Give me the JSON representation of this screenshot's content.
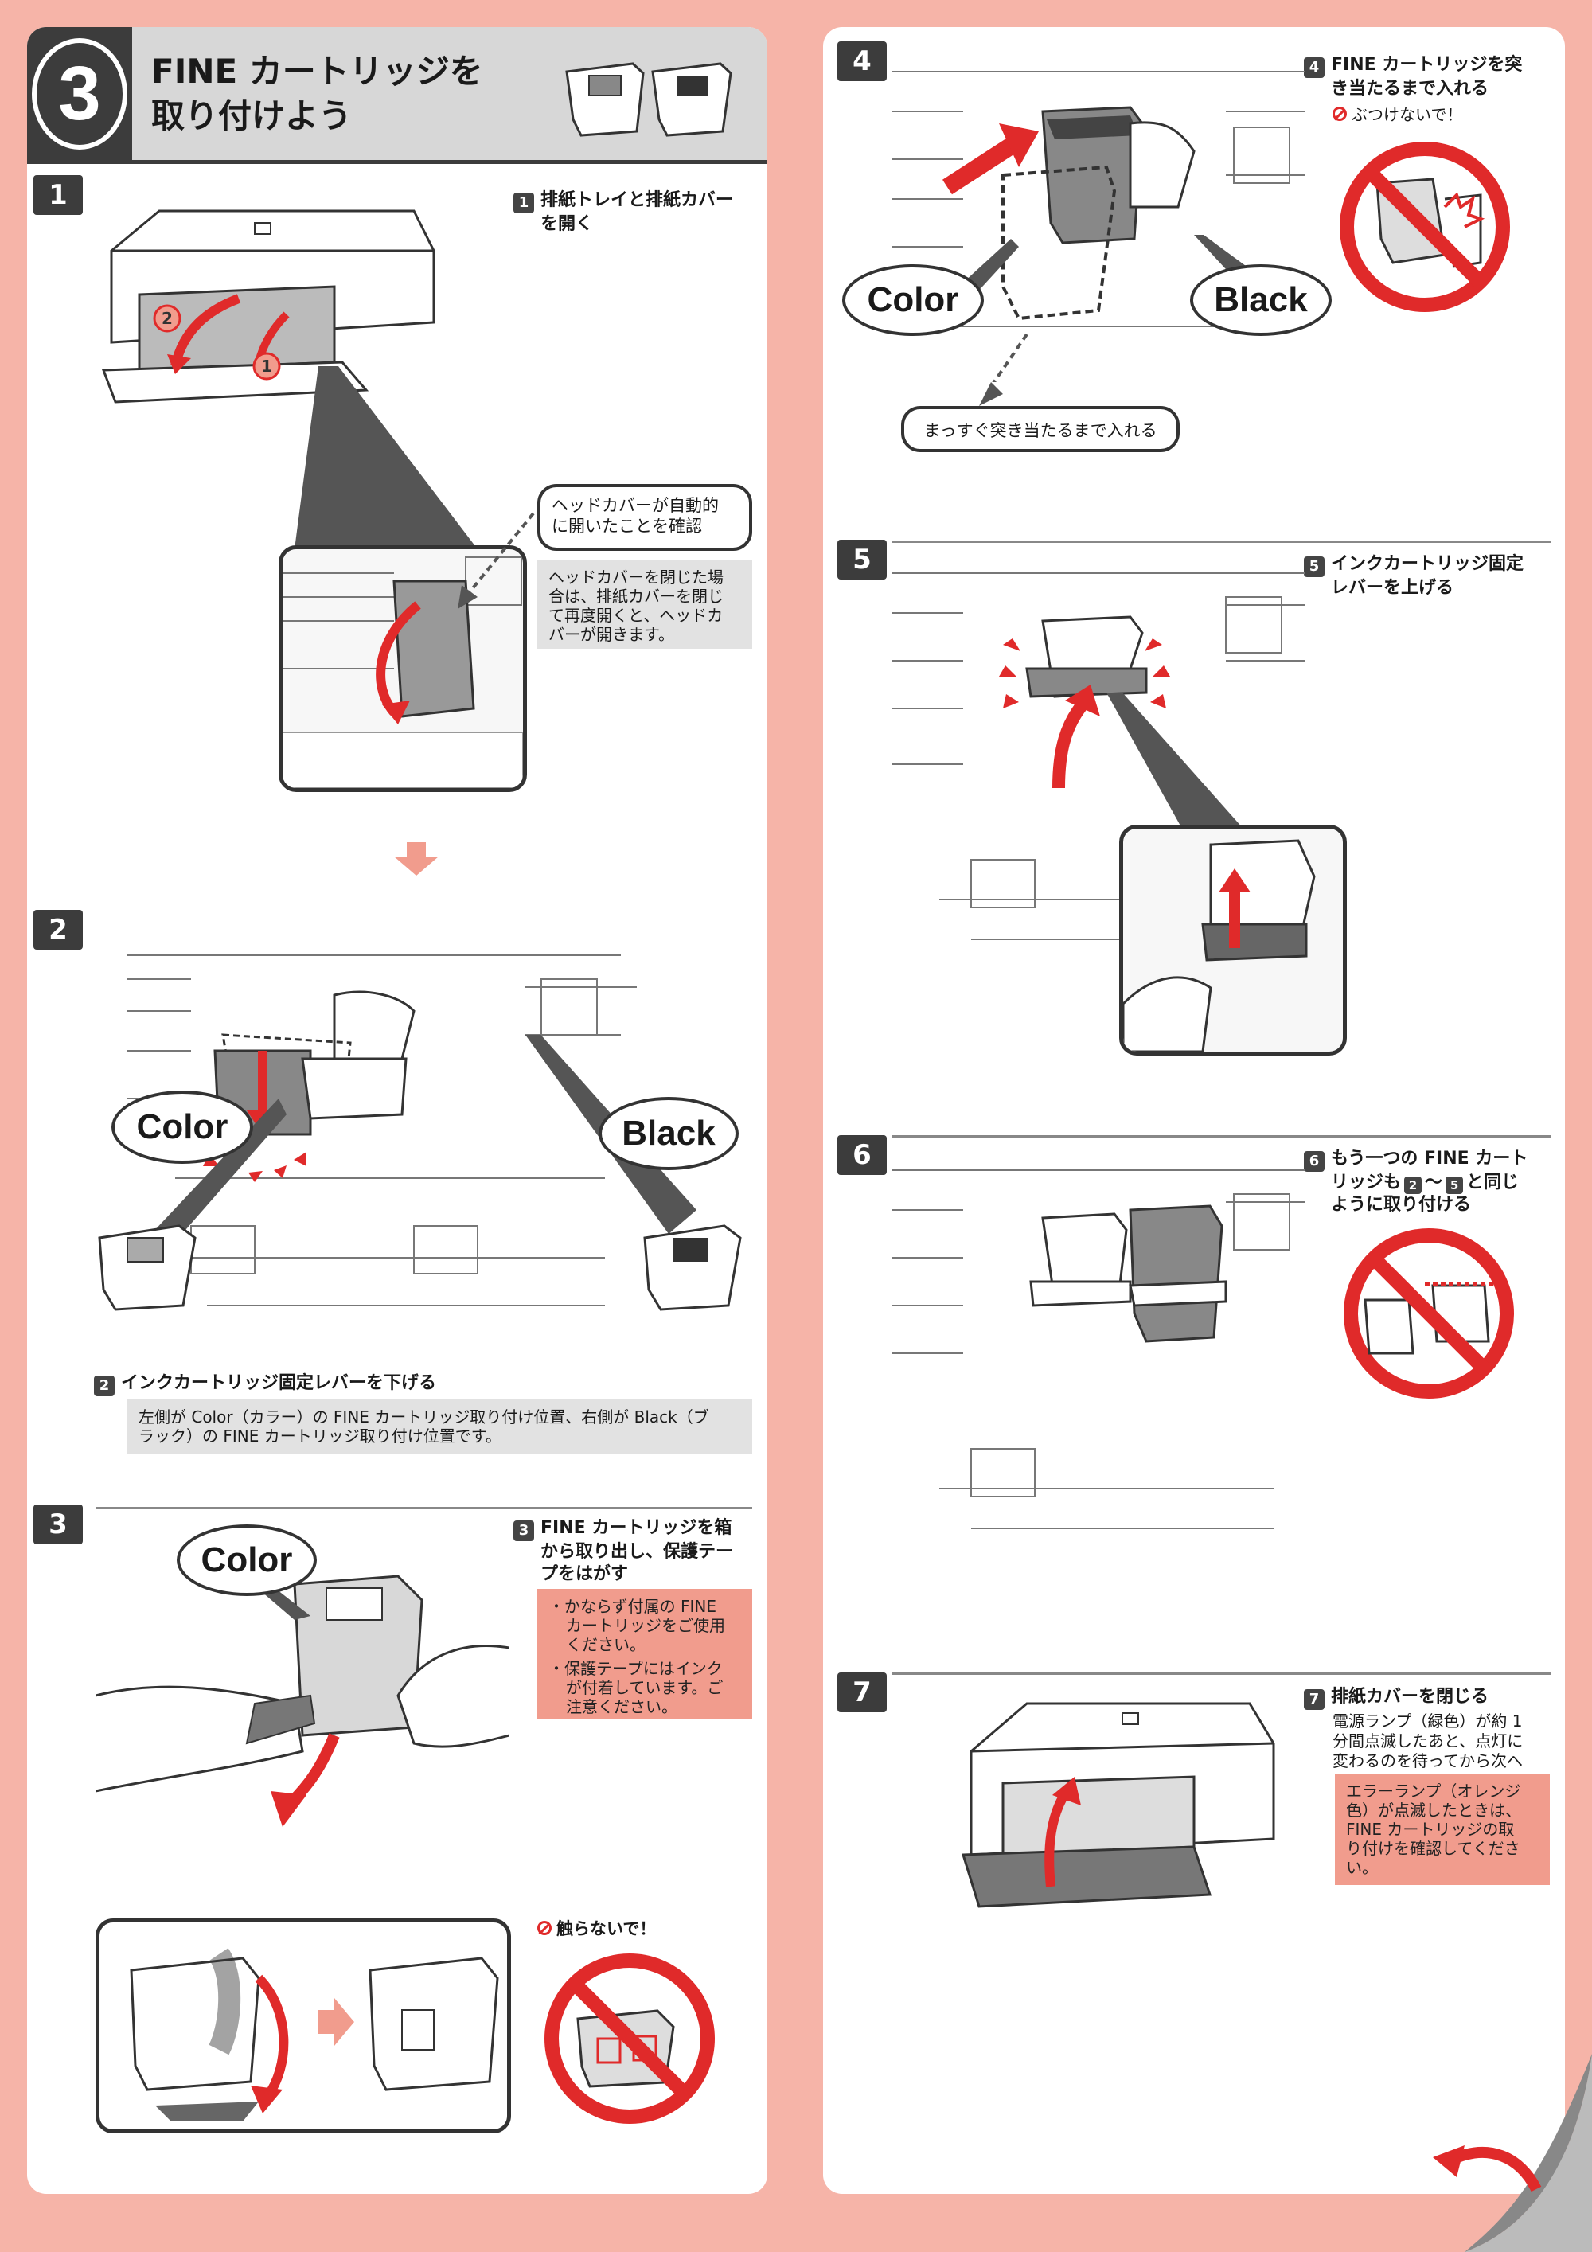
{
  "header": {
    "number": "3",
    "title_line1": "FINE カートリッジを",
    "title_line2": "取り付けよう"
  },
  "steps": {
    "s1": {
      "badge": "1",
      "num": "1",
      "text_line1": "排紙トレイと排紙カバー",
      "text_line2": "を開く",
      "callout_line1": "ヘッドカバーが自動的",
      "callout_line2": "に開いたことを確認",
      "note_line1": "ヘッドカバーを閉じた場",
      "note_line2": "合は、排紙カバーを閉じ",
      "note_line3": "て再度開くと、ヘッドカ",
      "note_line4": "バーが開きます。",
      "mark1": "1",
      "mark2": "2"
    },
    "s2": {
      "badge": "2",
      "num": "2",
      "text": "インクカートリッジ固定レバーを下げる",
      "note_line1": "左側が Color（カラー）の FINE カートリッジ取り付け位置、右側が Black（ブ",
      "note_line2": "ラック）の FINE カートリッジ取り付け位置です。",
      "label_color": "Color",
      "label_black": "Black"
    },
    "s3": {
      "badge": "3",
      "num": "3",
      "text_line1": "FINE カートリッジを箱",
      "text_line2": "から取り出し、保護テー",
      "text_line3": "プをはがす",
      "bullet1_line1": "かならず付属の FINE",
      "bullet1_line2": "カートリッジをご使用",
      "bullet1_line3": "ください。",
      "bullet2_line1": "保護テープにはインク",
      "bullet2_line2": "が付着しています。ご",
      "bullet2_line3": "注意ください。",
      "label_color": "Color",
      "warning": "触らないで！"
    },
    "s4": {
      "badge": "4",
      "num": "4",
      "text_line1": "FINE カートリッジを突",
      "text_line2": "き当たるまで入れる",
      "warning": "ぶつけないで！",
      "label_color": "Color",
      "label_black": "Black",
      "callout": "まっすぐ突き当たるまで入れる"
    },
    "s5": {
      "badge": "5",
      "num": "5",
      "text_line1": "インクカートリッジ固定",
      "text_line2": "レバーを上げる"
    },
    "s6": {
      "badge": "6",
      "num": "6",
      "text_pre": "もう一つの FINE カート",
      "text_mid1": "リッジも",
      "ref_a": "2",
      "tilde": "～",
      "ref_b": "5",
      "text_mid2": "と同じ",
      "text_line3": "ように取り付ける"
    },
    "s7": {
      "badge": "7",
      "num": "7",
      "text": "排紙カバーを閉じる",
      "desc_line1": "電源ランプ（緑色）が約 1",
      "desc_line2": "分間点滅したあと、点灯に",
      "desc_line3": "変わるのを待ってから次へ",
      "note_line1": "エラーランプ（オレンジ",
      "note_line2": "色）が点滅したときは、",
      "note_line3": "FINE カートリッジの取",
      "note_line4": "り付けを確認してくださ",
      "note_line5": "い。"
    }
  },
  "colors": {
    "accent_red": "#e02a2a",
    "salmon": "#f6b4a8",
    "pink_note": "#f19c8d",
    "dark": "#3c3c3c"
  }
}
